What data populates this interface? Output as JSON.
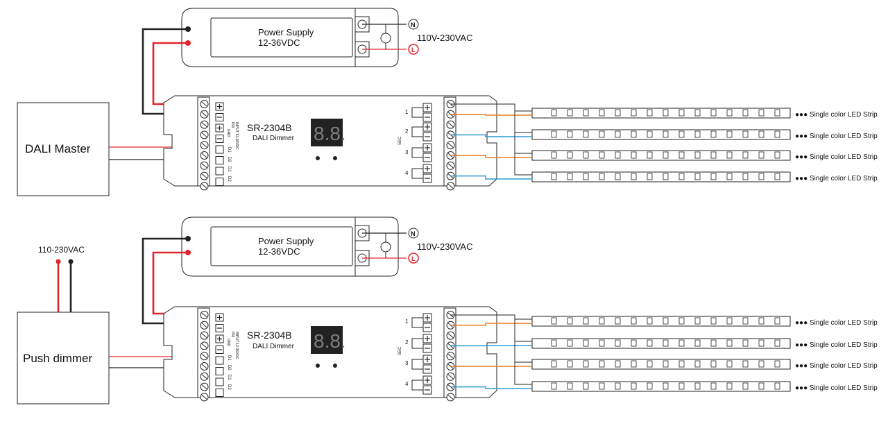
{
  "colors": {
    "red_wire": "#e0242c",
    "black_wire": "#222222",
    "orange_wire": "#e97d22",
    "blue_wire": "#2a9bd4",
    "display_background": "#222222",
    "display_segments": "#7f7f7f"
  },
  "diagrams": [
    {
      "id": "dali",
      "controller": {
        "label": "DALI Master"
      },
      "power_supply": {
        "title": "Power Supply",
        "subtitle": "12-36VDC"
      },
      "mains": {
        "voltage": "110V-230VAC",
        "neutral_symbol": "N",
        "live_symbol": "L"
      },
      "dimmer": {
        "model": "SR-2304B",
        "type": "DALI Dimmer",
        "display": "8.8.",
        "input_block_labels": [
          "INPUT 12-36VDC",
          "PRI",
          "GND"
        ],
        "signal_labels": [
          "D1",
          "D2",
          "D1",
          "D2"
        ],
        "output_block_label": "SEC",
        "channel_numbers": [
          "1",
          "2",
          "3",
          "4"
        ]
      },
      "led_strips": [
        {
          "label": "●●● Single color LED Strip"
        },
        {
          "label": "●●● Single color LED Strip"
        },
        {
          "label": "●●● Single color LED Strip"
        },
        {
          "label": "●●● Single color LED Strip"
        }
      ]
    },
    {
      "id": "push",
      "controller": {
        "label": "Push dimmer",
        "mains_label": "110-230VAC"
      },
      "power_supply": {
        "title": "Power Supply",
        "subtitle": "12-36VDC"
      },
      "mains": {
        "voltage": "110V-230VAC",
        "neutral_symbol": "N",
        "live_symbol": "L"
      },
      "dimmer": {
        "model": "SR-2304B",
        "type": "DALI Dimmer",
        "display": "8.8.",
        "input_block_labels": [
          "INPUT 12-36VDC",
          "PRI",
          "GND"
        ],
        "signal_labels": [
          "D1",
          "D2",
          "D1",
          "D2"
        ],
        "output_block_label": "SEC",
        "channel_numbers": [
          "1",
          "2",
          "3",
          "4"
        ]
      },
      "led_strips": [
        {
          "label": "●●● Single color LED Strip"
        },
        {
          "label": "●●● Single color LED Strip"
        },
        {
          "label": "●●● Single color LED Strip"
        },
        {
          "label": "●●● Single color LED Strip"
        }
      ]
    }
  ]
}
